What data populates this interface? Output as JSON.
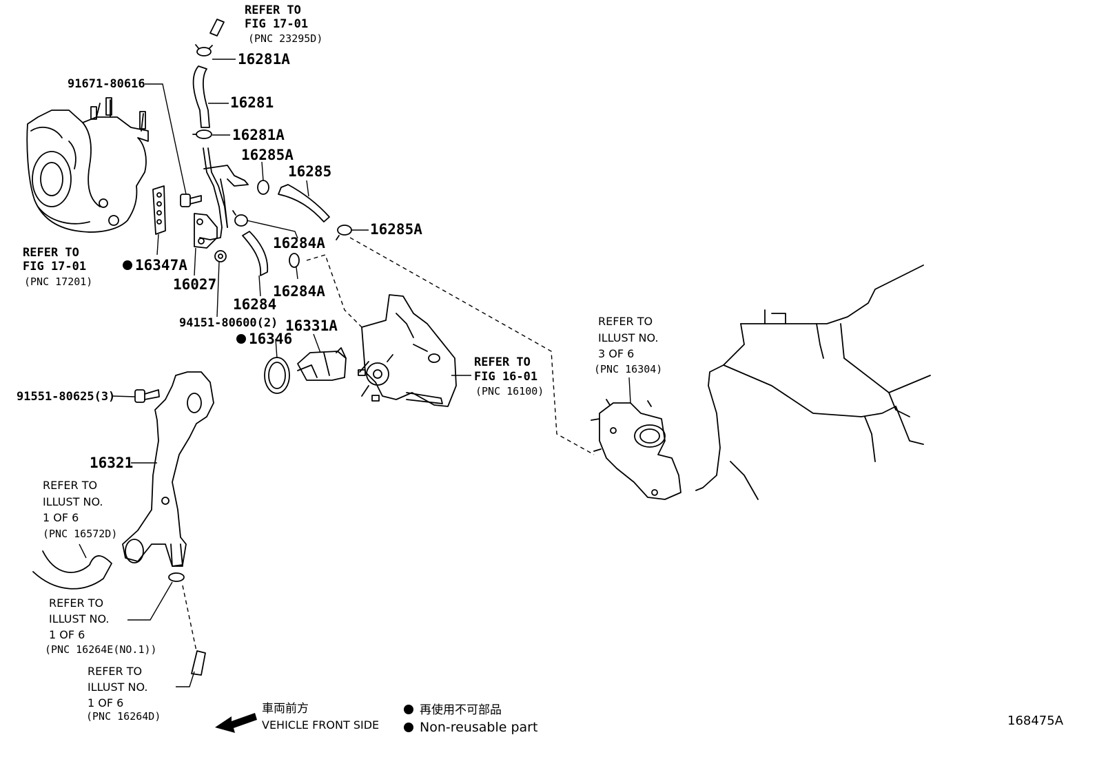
{
  "callouts": {
    "ref_fig1701_top_l1": "REFER TO",
    "ref_fig1701_top_l2": "FIG 17-01",
    "ref_fig1701_top_l3": "(PNC 23295D)",
    "p16281A_top": "16281A",
    "p91671": "91671-80616",
    "p16281": "16281",
    "p16281A_mid": "16281A",
    "p16285A_upper": "16285A",
    "p16285": "16285",
    "p16285A_right": "16285A",
    "p16284A_upper": "16284A",
    "p16284A_lower": "16284A",
    "p16284": "16284",
    "p16027": "16027",
    "p16347A": "16347A",
    "p94151": "94151-80600(2)",
    "p16346": "16346",
    "p16331A": "16331A",
    "p91551": "91551-80625(3)",
    "p16321": "16321",
    "ref_fig1701_left_l1": "REFER TO",
    "ref_fig1701_left_l2": "FIG 17-01",
    "ref_fig1701_left_l3": "(PNC 17201)",
    "ref_fig1601_l1": "REFER TO",
    "ref_fig1601_l2": "FIG 16-01",
    "ref_fig1601_l3": "(PNC 16100)",
    "ref_3of6_l1": "REFER TO",
    "ref_3of6_l2": "ILLUST NO.",
    "ref_3of6_l3": "3 OF 6",
    "ref_3of6_l4": "(PNC 16304)",
    "ref_16572D_l1": "REFER TO",
    "ref_16572D_l2": "ILLUST NO.",
    "ref_16572D_l3": "1 OF 6",
    "ref_16572D_l4": "(PNC 16572D)",
    "ref_16264E_l1": "REFER TO",
    "ref_16264E_l2": "ILLUST NO.",
    "ref_16264E_l3": "1 OF 6",
    "ref_16264E_l4": "(PNC 16264E(NO.1))",
    "ref_16264D_l1": "REFER TO",
    "ref_16264D_l2": "ILLUST NO.",
    "ref_16264D_l3": "1 OF 6",
    "ref_16264D_l4": "(PNC 16264D)"
  },
  "legend": {
    "front_jp": "車両前方",
    "front_en": "VEHICLE FRONT SIDE",
    "nonreuse_jp": "再使用不可部品",
    "nonreuse_en": "Non-reusable part"
  },
  "illustration_id": "168475A"
}
